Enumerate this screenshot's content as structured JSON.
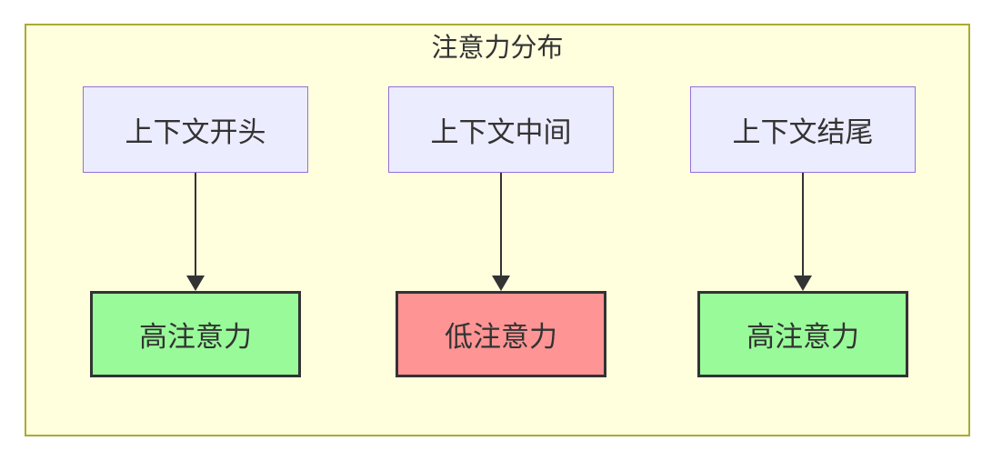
{
  "diagram": {
    "title": "注意力分布",
    "columns": [
      {
        "source": "上下文开头",
        "target": "高注意力",
        "target_level": "high"
      },
      {
        "source": "上下文中间",
        "target": "低注意力",
        "target_level": "low"
      },
      {
        "source": "上下文结尾",
        "target": "高注意力",
        "target_level": "high"
      }
    ],
    "colors": {
      "cluster_fill": "#ffffde",
      "cluster_border": "#aaaa33",
      "source_fill": "#ececff",
      "source_border": "#9370db",
      "high_attention_fill": "#99fa99",
      "low_attention_fill": "#ff9494",
      "target_border": "#333333",
      "arrow": "#333333",
      "text": "#333333"
    }
  }
}
